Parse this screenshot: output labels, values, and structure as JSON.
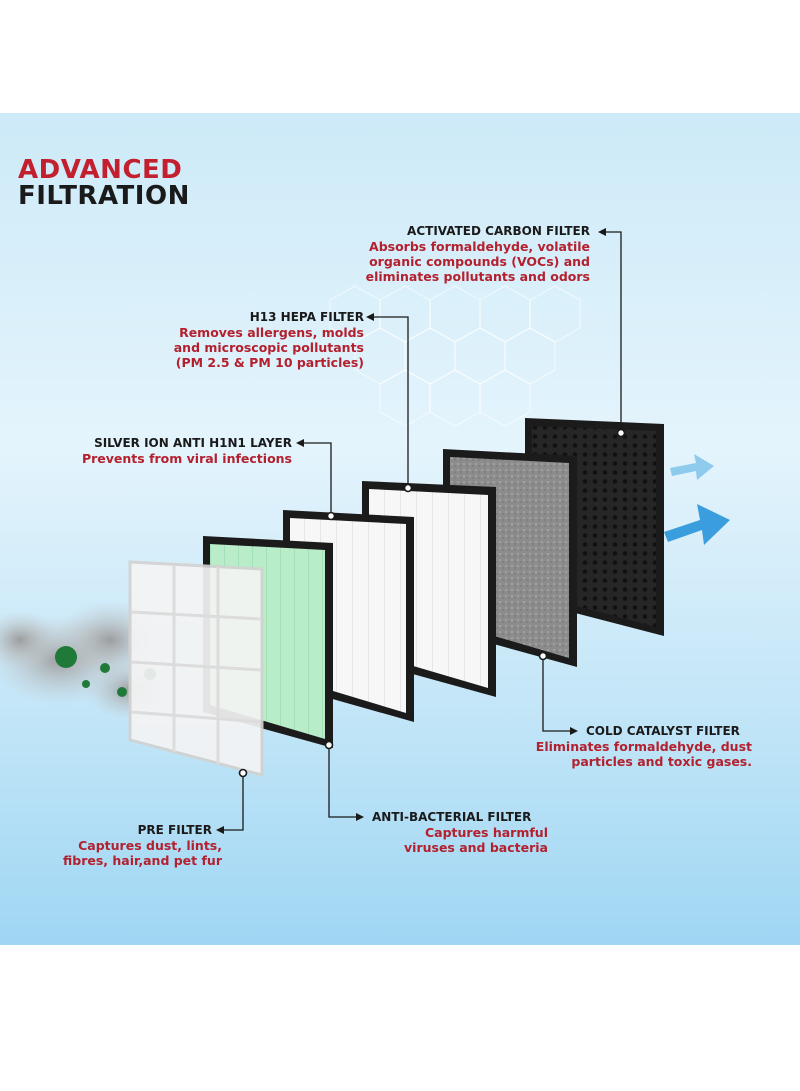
{
  "heading": {
    "line1": "ADVANCED",
    "line2": "FILTRATION"
  },
  "filters": [
    {
      "name": "ACTIVATED CARBON FILTER",
      "desc": [
        "Absorbs formaldehyde, volatile",
        "organic compounds (VOCs) and",
        "eliminates pollutants and odors"
      ]
    },
    {
      "name": "H13 HEPA FILTER",
      "desc": [
        "Removes allergens, molds",
        "and microscopic pollutants",
        "(PM 2.5 & PM 10 particles)"
      ]
    },
    {
      "name": "SILVER ION ANTI H1N1 LAYER",
      "desc": [
        "Prevents from viral infections"
      ]
    },
    {
      "name": "COLD CATALYST FILTER",
      "desc": [
        "Eliminates formaldehyde, dust",
        "particles and toxic gases."
      ]
    },
    {
      "name": "ANTI-BACTERIAL FILTER",
      "desc": [
        "Captures harmful",
        "viruses and bacteria"
      ]
    },
    {
      "name": "PRE FILTER",
      "desc": [
        "Captures dust, lints,",
        "fibres, hair,and pet fur"
      ]
    }
  ],
  "colors": {
    "accent_red": "#c21f2f",
    "dark": "#1a1a1a",
    "sky": "#cdeaf8",
    "hepa_green": "#9fe3b5",
    "carbon": "#2a2a2a",
    "catalyst": "#8a8a8a"
  }
}
